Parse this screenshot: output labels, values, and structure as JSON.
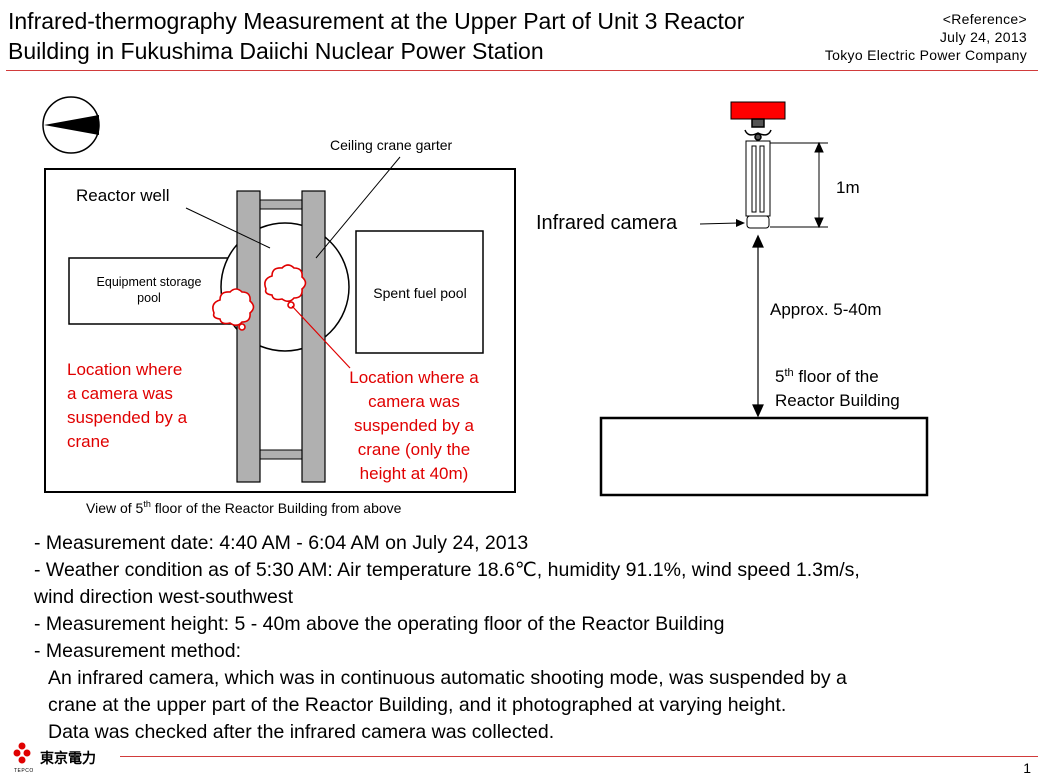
{
  "header": {
    "title_line1": "Infrared-thermography Measurement at the Upper Part of Unit 3 Reactor",
    "title_line2": "Building in Fukushima Daiichi Nuclear Power Station",
    "reference": "<Reference>",
    "date": "July 24, 2013",
    "company": "Tokyo Electric Power Company"
  },
  "plan": {
    "ceiling_crane": "Ceiling crane garter",
    "reactor_well": "Reactor well",
    "equipment_pool_line1": "Equipment storage",
    "equipment_pool_line2": "pool",
    "spent_fuel_pool": "Spent fuel pool",
    "loc_left": [
      "Location where",
      "a camera was",
      "suspended by a",
      "crane"
    ],
    "loc_right": [
      "Location where a",
      "camera was",
      "suspended by a",
      "crane (only the",
      "height at 40m)"
    ],
    "caption_pre": "View of 5",
    "caption_sup": "th",
    "caption_post": " floor of the Reactor Building from above"
  },
  "side": {
    "distance_1m": "1m",
    "camera": "Infrared camera",
    "approx": "Approx. 5-40m",
    "floor_pre": "5",
    "floor_sup": "th",
    "floor_post": " floor of the",
    "floor_line2": "Reactor Building"
  },
  "bullets": {
    "b1": "- Measurement date: 4:40 AM - 6:04 AM on July 24, 2013",
    "b2": "- Weather condition as of 5:30 AM: Air temperature 18.6℃, humidity 91.1%, wind speed 1.3m/s,",
    "b2b": "wind direction west-southwest",
    "b3": "- Measurement height: 5 - 40m above the operating floor of the Reactor Building",
    "b4": "- Measurement method:",
    "m1": "An infrared camera, which was in continuous automatic shooting mode, was suspended by a",
    "m2": "crane at the upper part of the Reactor Building, and it photographed at varying height.",
    "m3": "Data was checked after the infrared camera was collected."
  },
  "footer": {
    "logo_text": "東京電力",
    "logo_sub": "TEPCO",
    "page": "1"
  },
  "colors": {
    "accent_red": "#e00000",
    "rule": "#d13b3b",
    "crane_gray": "#b0b0b0"
  }
}
